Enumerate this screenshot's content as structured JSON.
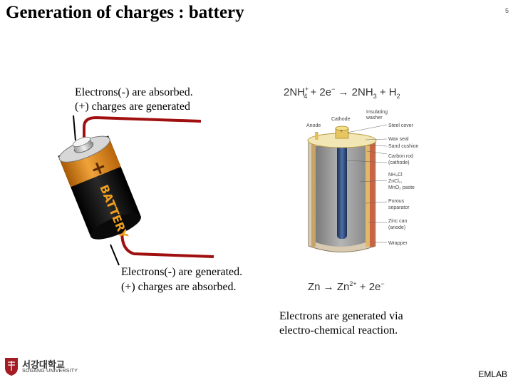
{
  "slide": {
    "title": "Generation of charges : battery",
    "page_number": "5"
  },
  "battery": {
    "label": "BATTERY",
    "plus_symbol": "+"
  },
  "annotations": {
    "top_line1": "Electrons(-) are absorbed.",
    "top_line2": "(+) charges are generated",
    "bottom_line1": "Electrons(-) are generated.",
    "bottom_line2": "(+) charges are absorbed.",
    "reaction_line1": "Electrons  are generated via",
    "reaction_line2": "electro-chemical reaction."
  },
  "equations": {
    "cathode": {
      "c1": "2NH",
      "c1_sup": "+",
      "c1_sub": "4",
      "c2": " + 2e",
      "c2_sup": "−",
      "c3": " → 2NH",
      "c3_sub": "3",
      "c4": " + H",
      "c4_sub": "2"
    },
    "anode": {
      "a1": "Zn → Zn",
      "a1_sup": "2+",
      "a2": " + 2e",
      "a2_sup": "−"
    }
  },
  "diagram_labels": {
    "anode": "Anode",
    "cathode": "Cathode",
    "insulating_washer_1": "Insulating",
    "insulating_washer_2": "washer",
    "steel_cover": "Steel cover",
    "wax_seal": "Wax seal",
    "sand_cushion": "Sand cushion",
    "carbon_rod_1": "Carbon rod",
    "carbon_rod_2": "(cathode)",
    "paste_1": "NH₄Cl",
    "paste_2": "ZnCl₂,",
    "paste_3": "MnO₂ paste",
    "separator_1": "Porous",
    "separator_2": "separator",
    "zinc_can_1": "Zinc can",
    "zinc_can_2": "(anode)",
    "wrapper": "Wrapper",
    "minus_sign": "−",
    "plus_sign": "+"
  },
  "footer": {
    "university_korean": "서강대학교",
    "university_english": "SOGANG UNIVERSITY",
    "lab": "EMLAB"
  }
}
